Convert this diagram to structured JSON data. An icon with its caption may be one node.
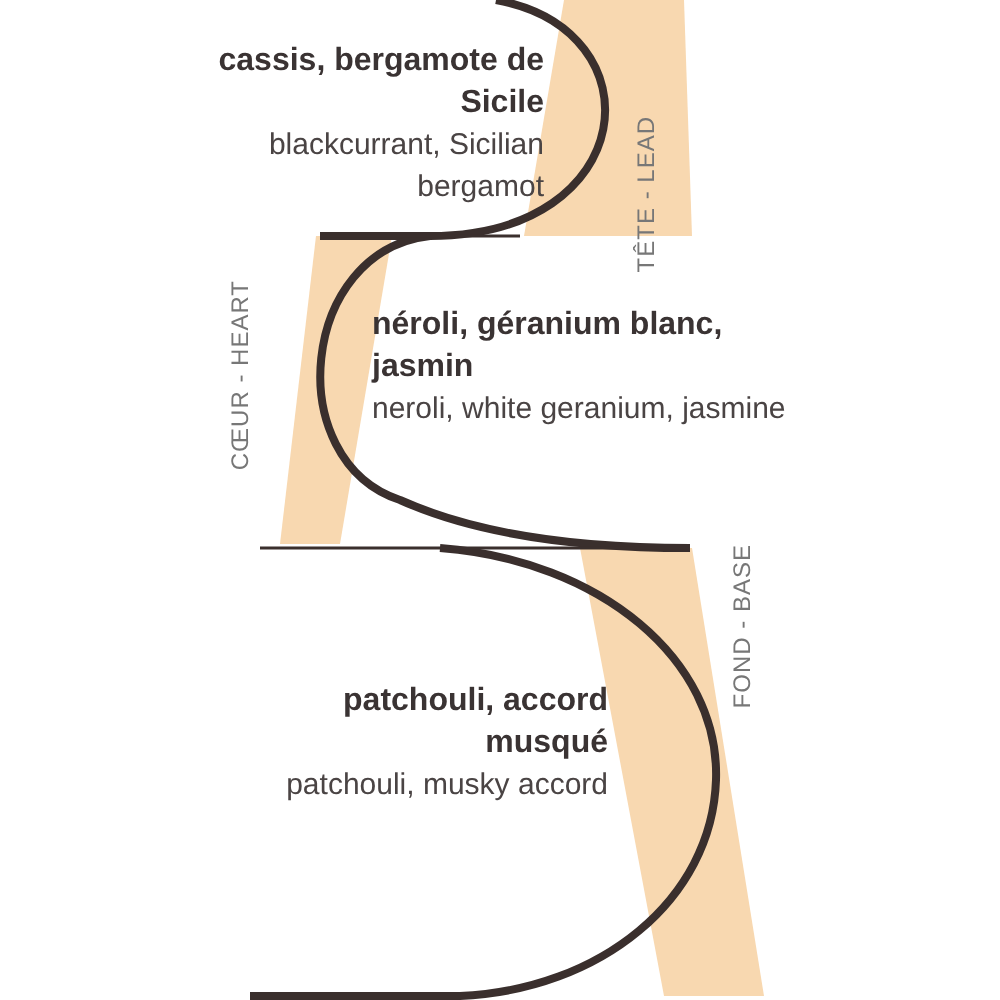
{
  "diagram": {
    "nodes": [
      {
        "text": [
          "cassis, bergamote de Sicile",
          "blackcurrant, Sicilian bergamot"
        ]
      },
      {
        "text": [
          "néroli, géranium blanc, jasmin",
          "neroli, white geranium, jasmine"
        ]
      },
      {
        "text": [
          "patchouli, accord musqué",
          "patchouli, musky accord"
        ]
      }
    ],
    "labels": [
      "TÊTE - LEAD",
      "CŒUR - HEART",
      "FOND - BASE"
    ]
  }
}
